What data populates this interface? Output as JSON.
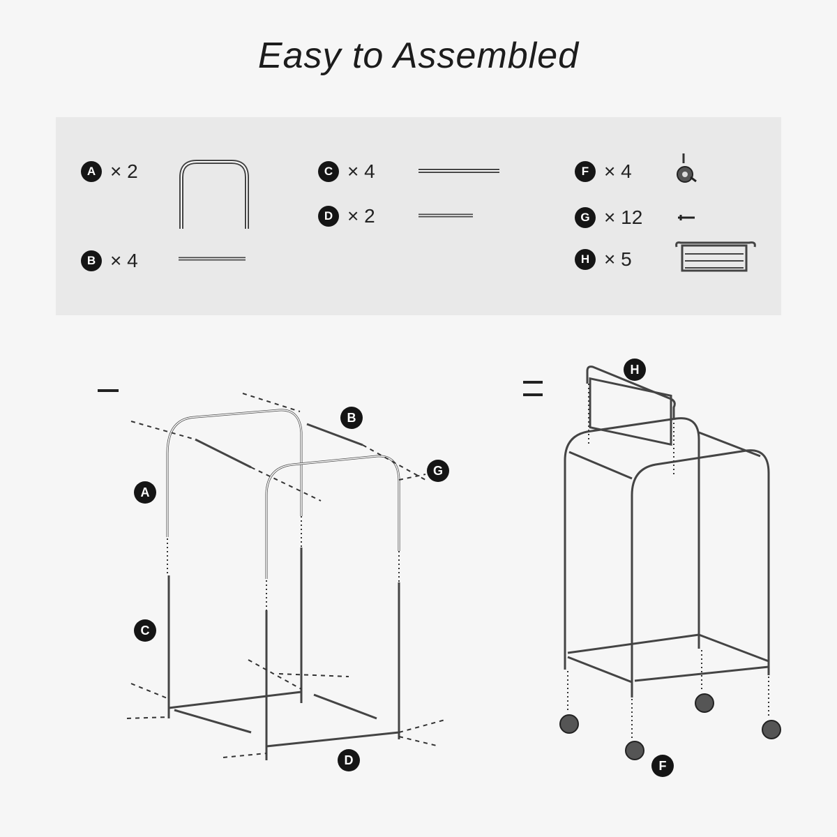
{
  "title": "Easy to Assembled",
  "parts": [
    {
      "letter": "A",
      "qty": "× 2",
      "icon": "u-frame-icon"
    },
    {
      "letter": "B",
      "qty": "× 4",
      "icon": "short-rod-icon"
    },
    {
      "letter": "C",
      "qty": "× 4",
      "icon": "long-rod-icon"
    },
    {
      "letter": "D",
      "qty": "× 2",
      "icon": "rod-icon"
    },
    {
      "letter": "F",
      "qty": "× 4",
      "icon": "caster-wheel-icon"
    },
    {
      "letter": "G",
      "qty": "× 12",
      "icon": "screw-icon"
    },
    {
      "letter": "H",
      "qty": "× 5",
      "icon": "hanging-bag-icon"
    }
  ],
  "labels": {
    "A": "A",
    "B": "B",
    "C": "C",
    "D": "D",
    "F": "F",
    "G": "G",
    "H": "H"
  },
  "colors": {
    "badge": "#151515",
    "line": "#444444",
    "panel": "#e9e9e9"
  }
}
